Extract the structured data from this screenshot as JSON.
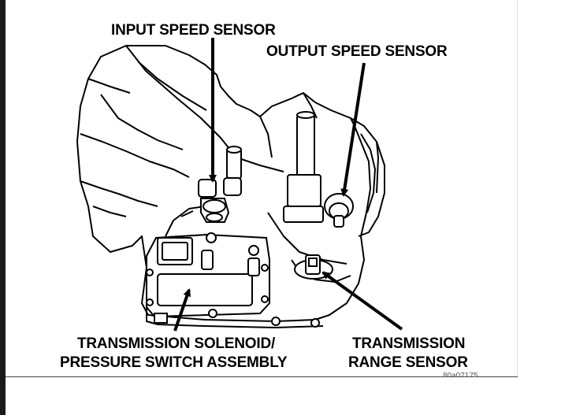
{
  "labels": {
    "input_speed_sensor": "INPUT SPEED SENSOR",
    "output_speed_sensor": "OUTPUT SPEED SENSOR",
    "solenoid_line1": "TRANSMISSION SOLENOID/",
    "solenoid_line2": "PRESSURE SWITCH ASSEMBLY",
    "range_line1": "TRANSMISSION",
    "range_line2": "RANGE SENSOR"
  },
  "figure_number": "80a07175"
}
